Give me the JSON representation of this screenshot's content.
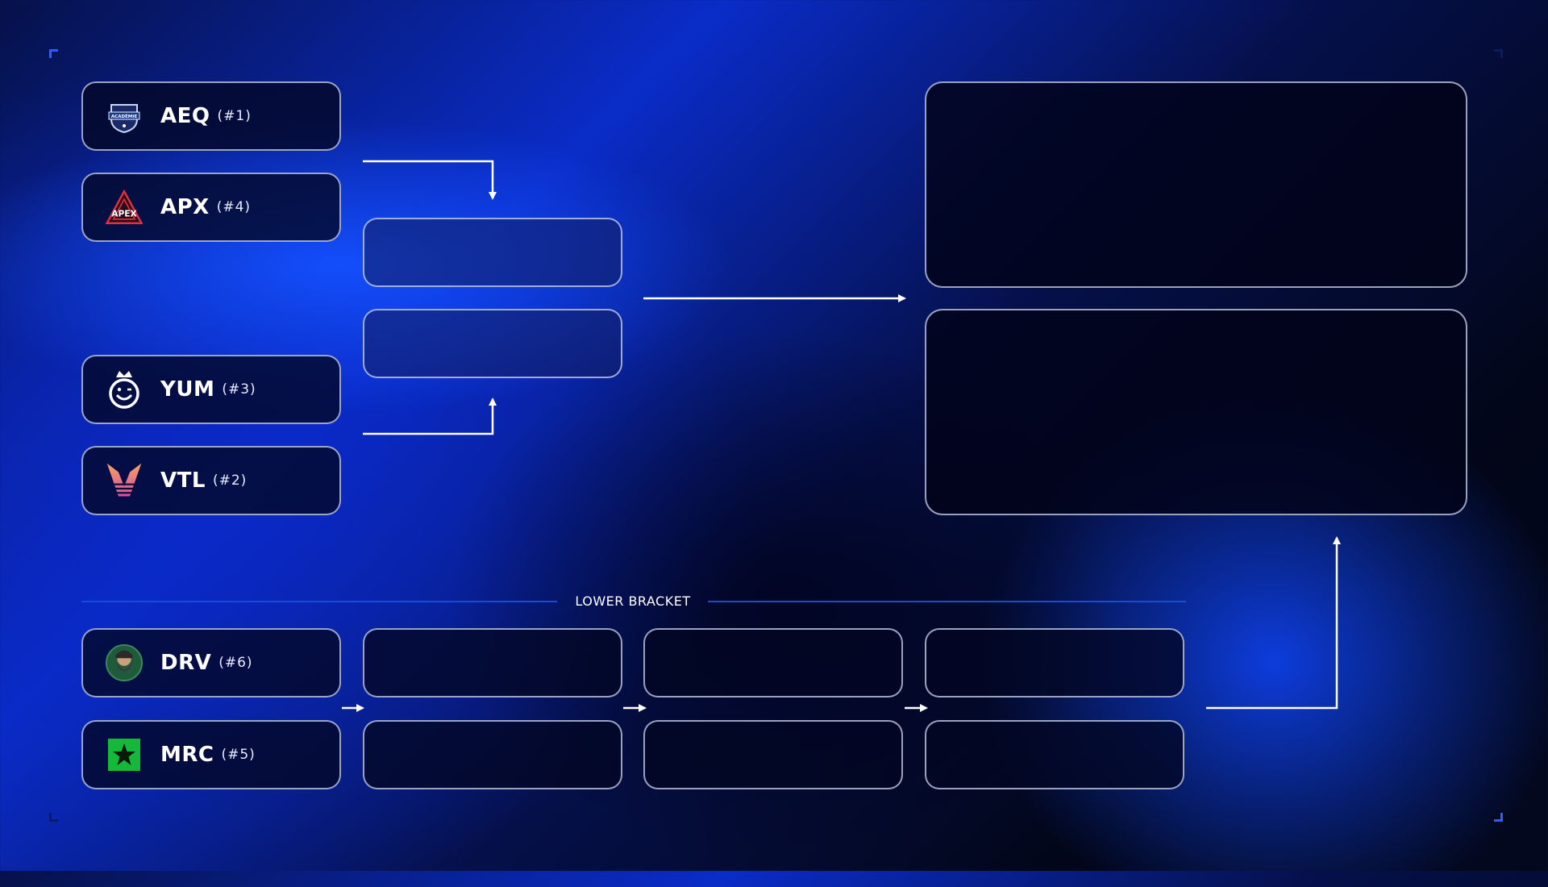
{
  "upper_bracket": {
    "teams": [
      {
        "tag": "AEQ",
        "seed": "(#1)",
        "logo": "academie-shield-icon"
      },
      {
        "tag": "APX",
        "seed": "(#4)",
        "logo": "apex-triangle-icon"
      },
      {
        "tag": "YUM",
        "seed": "(#3)",
        "logo": "crown-smiley-icon"
      },
      {
        "tag": "VTL",
        "seed": "(#2)",
        "logo": "striped-v-icon"
      }
    ]
  },
  "lower_bracket": {
    "label": "LOWER BRACKET",
    "teams": [
      {
        "tag": "DRV",
        "seed": "(#6)",
        "logo": "bearded-avatar-icon"
      },
      {
        "tag": "MRC",
        "seed": "(#5)",
        "logo": "green-star-icon"
      }
    ]
  },
  "logo_text": {
    "aeq": "ACADÉMIE",
    "apx": "APEX"
  },
  "colors": {
    "accent": "#1b49d8",
    "box_border": "#cdd7f5",
    "mrc_green": "#16b83a",
    "vtl_orange": "#f39a5a",
    "vtl_pink": "#d54aa8"
  }
}
